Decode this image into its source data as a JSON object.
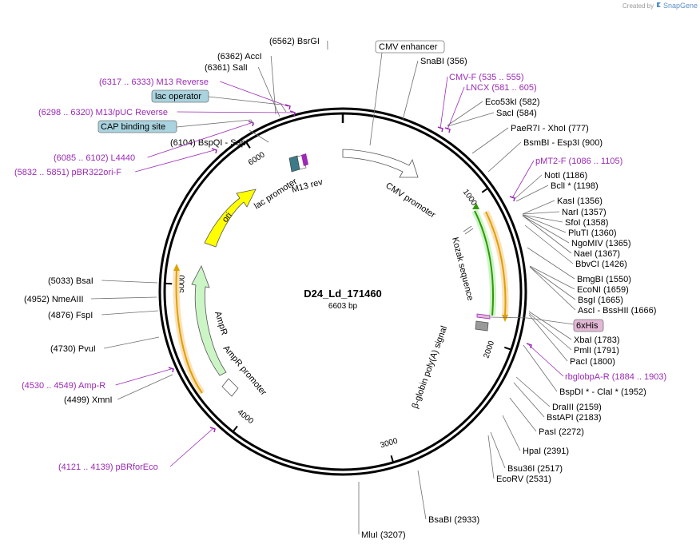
{
  "credit": {
    "prefix": "Created by",
    "brand": "SnapGene"
  },
  "plasmid": {
    "name": "D24_Ld_171460",
    "size": 6603,
    "size_label": "6603 bp"
  },
  "ticks": [
    {
      "pos": 1000,
      "label": "1000"
    },
    {
      "pos": 2000,
      "label": "2000"
    },
    {
      "pos": 3000,
      "label": "3000"
    },
    {
      "pos": 4000,
      "label": "4000"
    },
    {
      "pos": 5000,
      "label": "5000"
    },
    {
      "pos": 6000,
      "label": "6000"
    }
  ],
  "sites": [
    {
      "pos": 6562,
      "name": "BsrGI",
      "text": "(6562)  BsrGI",
      "side": "left"
    },
    {
      "pos": 6362,
      "name": "AccI",
      "text": "(6362)  AccI",
      "side": "left"
    },
    {
      "pos": 6361,
      "name": "SalI",
      "text": "(6361)  SalI",
      "side": "left"
    },
    {
      "pos": 6104,
      "name": "BspQI - SapI",
      "text": "(6104)  BspQI   - SapI",
      "side": "left"
    },
    {
      "pos": 5033,
      "name": "BsaI",
      "text": "(5033)  BsaI",
      "side": "left"
    },
    {
      "pos": 4952,
      "name": "NmeAIII",
      "text": "(4952)  NmeAIII",
      "side": "left"
    },
    {
      "pos": 4876,
      "name": "FspI",
      "text": "(4876)  FspI",
      "side": "left"
    },
    {
      "pos": 4730,
      "name": "PvuI",
      "text": "(4730)  PvuI",
      "side": "left"
    },
    {
      "pos": 4499,
      "name": "XmnI",
      "text": "(4499)  XmnI",
      "side": "left"
    },
    {
      "pos": 3207,
      "name": "MluI",
      "text": "MluI   (3207)",
      "side": "right"
    },
    {
      "pos": 356,
      "name": "SnaBI",
      "text": "SnaBI   (356)",
      "side": "right"
    },
    {
      "pos": 582,
      "name": "Eco53kI",
      "text": "Eco53kI   (582)",
      "side": "right"
    },
    {
      "pos": 584,
      "name": "SacI",
      "text": "SacI   (584)",
      "side": "right"
    },
    {
      "pos": 777,
      "name": "PaeR7I - XhoI",
      "text": "PaeR7I   - XhoI   (777)",
      "side": "right"
    },
    {
      "pos": 900,
      "name": "BsmBI - Esp3I",
      "text": "BsmBI   - Esp3I   (900)",
      "side": "right"
    },
    {
      "pos": 1186,
      "name": "NotI",
      "text": "NotI   (1186)",
      "side": "right"
    },
    {
      "pos": 1198,
      "name": "BclI *",
      "text": "BclI *   (1198)",
      "side": "right"
    },
    {
      "pos": 1356,
      "name": "KasI",
      "text": "KasI   (1356)",
      "side": "right"
    },
    {
      "pos": 1357,
      "name": "NarI",
      "text": "NarI   (1357)",
      "side": "right"
    },
    {
      "pos": 1358,
      "name": "SfoI",
      "text": "SfoI   (1358)",
      "side": "right"
    },
    {
      "pos": 1360,
      "name": "PluTI",
      "text": "PluTI   (1360)",
      "side": "right"
    },
    {
      "pos": 1365,
      "name": "NgoMIV",
      "text": "NgoMIV   (1365)",
      "side": "right"
    },
    {
      "pos": 1367,
      "name": "NaeI",
      "text": "NaeI   (1367)",
      "side": "right"
    },
    {
      "pos": 1426,
      "name": "BbvCI",
      "text": "BbvCI   (1426)",
      "side": "right"
    },
    {
      "pos": 1550,
      "name": "BmgBI",
      "text": "BmgBI   (1550)",
      "side": "right"
    },
    {
      "pos": 1659,
      "name": "EcoNI",
      "text": "EcoNI   (1659)",
      "side": "right"
    },
    {
      "pos": 1665,
      "name": "BsgI",
      "text": "BsgI   (1665)",
      "side": "right"
    },
    {
      "pos": 1666,
      "name": "AscI - BssHII",
      "text": "AscI   - BssHII   (1666)",
      "side": "right"
    },
    {
      "pos": 1783,
      "name": "XbaI",
      "text": "XbaI   (1783)",
      "side": "right"
    },
    {
      "pos": 1791,
      "name": "PmlI",
      "text": "PmlI   (1791)",
      "side": "right"
    },
    {
      "pos": 1800,
      "name": "PacI",
      "text": "PacI   (1800)",
      "side": "right"
    },
    {
      "pos": 1952,
      "name": "BspDI * - ClaI *",
      "text": "BspDI *   - ClaI *   (1952)",
      "side": "right"
    },
    {
      "pos": 2159,
      "name": "DraIII",
      "text": "DraIII   (2159)",
      "side": "right"
    },
    {
      "pos": 2183,
      "name": "BstAPI",
      "text": "BstAPI   (2183)",
      "side": "right"
    },
    {
      "pos": 2272,
      "name": "PasI",
      "text": "PasI   (2272)",
      "side": "right"
    },
    {
      "pos": 2391,
      "name": "HpaI",
      "text": "HpaI   (2391)",
      "side": "right"
    },
    {
      "pos": 2517,
      "name": "Bsu36I",
      "text": "Bsu36I   (2517)",
      "side": "right"
    },
    {
      "pos": 2531,
      "name": "EcoRV",
      "text": "EcoRV   (2531)",
      "side": "right"
    },
    {
      "pos": 2933,
      "name": "BsaBI",
      "text": "BsaBI   (2933)",
      "side": "right"
    }
  ],
  "primers": [
    {
      "name": "M13 Reverse",
      "text": "(6317 .. 6333)  M13 Reverse",
      "start": 6317,
      "side": "left"
    },
    {
      "name": "M13/pUC Reverse",
      "text": "(6298 .. 6320)  M13/pUC Reverse",
      "start": 6298,
      "side": "left"
    },
    {
      "name": "L4440",
      "text": "(6085 .. 6102)  L4440",
      "start": 6085,
      "side": "left"
    },
    {
      "name": "pBR322ori-F",
      "text": "(5832 .. 5851)  pBR322ori-F",
      "start": 5832,
      "side": "left"
    },
    {
      "name": "Amp-R",
      "text": "(4530 .. 4549)  Amp-R",
      "start": 4530,
      "side": "left"
    },
    {
      "name": "pBRforEco",
      "text": "(4121 .. 4139)  pBRforEco",
      "start": 4121,
      "side": "left"
    },
    {
      "name": "CMV-F",
      "text": "CMV-F   (535 .. 555)",
      "start": 535,
      "side": "right"
    },
    {
      "name": "LNCX",
      "text": "LNCX   (581 .. 605)",
      "start": 581,
      "side": "right"
    },
    {
      "name": "pMT2-F",
      "text": "pMT2-F   (1086 .. 1105)",
      "start": 1086,
      "side": "right"
    },
    {
      "name": "rbglobpA-R",
      "text": "rbglobpA-R   (1884 .. 1903)",
      "start": 1884,
      "side": "right"
    }
  ],
  "boxed_labels": [
    {
      "name": "CMV enhancer",
      "text": "CMV enhancer",
      "fill": "#ffffff"
    },
    {
      "name": "lac operator",
      "text": "lac operator",
      "fill": "#a9d3df"
    },
    {
      "name": "CAP binding site",
      "text": "CAP binding site",
      "fill": "#a9d3df"
    },
    {
      "name": "6xHis",
      "text": "6xHis",
      "fill": "#e3b8d6"
    }
  ],
  "features": [
    {
      "name": "CMV promoter",
      "text": "CMV promoter",
      "color": "#ffffff"
    },
    {
      "name": "Kozak sequence",
      "text": "Kozak sequence",
      "color": "#888888"
    },
    {
      "name": "β-globin poly(A) signal",
      "text": "β-globin poly(A) signal",
      "color": "#999999"
    },
    {
      "name": "AmpR",
      "text": "AmpR",
      "color": "#ccf5c6"
    },
    {
      "name": "AmpR promoter",
      "text": "AmpR promoter",
      "color": "#ffffff"
    },
    {
      "name": "ori",
      "text": "ori",
      "color": "#ffff00"
    },
    {
      "name": "lac promoter",
      "text": "lac promoter",
      "color": "#ffffff"
    },
    {
      "name": "M13 rev",
      "text": "M13 rev",
      "color": "#9b2ab5"
    }
  ],
  "colors": {
    "backbone": "#000000",
    "primer": "#9b2ab5",
    "orf_green": "#2e9a00",
    "orf_orange": "#e0a000",
    "orf_glow": "#fbe1b8"
  }
}
